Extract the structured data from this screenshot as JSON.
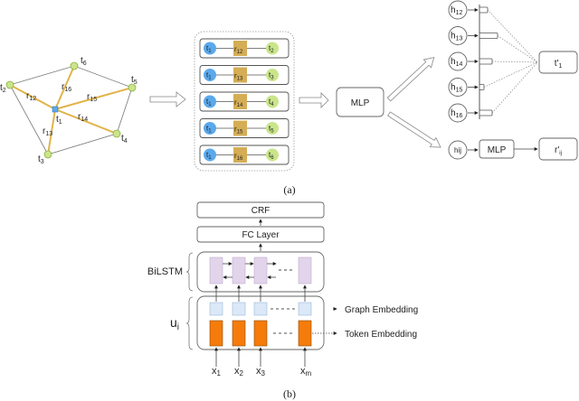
{
  "part_a": {
    "caption": "(a)",
    "graph": {
      "center_node": {
        "name": "t",
        "sub": "1"
      },
      "nodes": [
        {
          "name": "t",
          "sub": "2"
        },
        {
          "name": "t",
          "sub": "3"
        },
        {
          "name": "t",
          "sub": "4"
        },
        {
          "name": "t",
          "sub": "5"
        },
        {
          "name": "t",
          "sub": "6"
        }
      ],
      "edges": [
        {
          "name": "r",
          "sub": "12"
        },
        {
          "name": "r",
          "sub": "13"
        },
        {
          "name": "r",
          "sub": "14"
        },
        {
          "name": "r",
          "sub": "15"
        },
        {
          "name": "r",
          "sub": "16"
        }
      ]
    },
    "triples": [
      {
        "head": "t",
        "head_sub": "1",
        "rel": "r",
        "rel_sub": "12",
        "tail": "t",
        "tail_sub": "2"
      },
      {
        "head": "t",
        "head_sub": "1",
        "rel": "r",
        "rel_sub": "13",
        "tail": "t",
        "tail_sub": "3"
      },
      {
        "head": "t",
        "head_sub": "1",
        "rel": "r",
        "rel_sub": "14",
        "tail": "t",
        "tail_sub": "4"
      },
      {
        "head": "t",
        "head_sub": "1",
        "rel": "r",
        "rel_sub": "15",
        "tail": "t",
        "tail_sub": "5"
      },
      {
        "head": "t",
        "head_sub": "1",
        "rel": "r",
        "rel_sub": "16",
        "tail": "t",
        "tail_sub": "6"
      }
    ],
    "mlp_label": "MLP",
    "hidden": [
      {
        "name": "h",
        "sub": "12"
      },
      {
        "name": "h",
        "sub": "13"
      },
      {
        "name": "h",
        "sub": "14"
      },
      {
        "name": "h",
        "sub": "15"
      },
      {
        "name": "h",
        "sub": "16"
      }
    ],
    "attention_weights": [
      0.35,
      0.9,
      0.6,
      0.15,
      0.6
    ],
    "output_node": {
      "name": "t'",
      "sub": "1"
    },
    "hij_label": "hij",
    "mlp2_label": "MLP",
    "output_rel": {
      "name": "r'",
      "sub": "ij"
    }
  },
  "part_b": {
    "caption": "(b)",
    "crf_label": "CRF",
    "fc_label": "FC Layer",
    "bilstm_label": "BiLSTM",
    "ui_label": "u",
    "ui_sub": "i",
    "graph_embedding_label": "Graph Embedding",
    "token_embedding_label": "Token Embedding",
    "inputs": [
      {
        "name": "x",
        "sub": "1"
      },
      {
        "name": "x",
        "sub": "2"
      },
      {
        "name": "x",
        "sub": "3"
      },
      {
        "name": "x",
        "sub": "m"
      }
    ]
  },
  "colors": {
    "center_node": "#5aa9ec",
    "leaf_node": "#c9e58a",
    "relation": "#e0b44a",
    "relation_box": "#d4ad55",
    "bilstm_cell": "#e2d4ea",
    "graph_emb": "#dbe8f8",
    "token_emb": "#f57c0a"
  }
}
